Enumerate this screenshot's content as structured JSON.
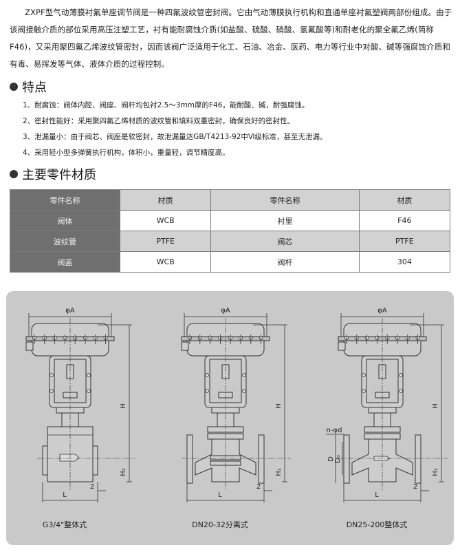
{
  "intro": "ZXPF型气动薄膜衬氟单座调节阀是一种四氟波纹管密封阀。它由气动薄膜执行机构和直通单座衬氟塑阀两部份组成。由于该阀接触介质的部位采用高压注塑工艺，衬有能耐腐蚀介质(如盐酸、硫酸、硝酸、氢氟酸等)和耐老化的聚全氟乙烯(简称F46)，又采用聚四氟乙烯波纹管密封，因而该阀广泛适用于化工、石油、冶金、医药、电力等行业中对酸、碱等强腐蚀介质和有毒、易挥发等气体、液体介质的过程控制。",
  "features": {
    "title": "特点",
    "items": [
      "1、耐腐蚀：阀体内腔、阀座、阀杆均包衬2.5～3mm厚的F46，能耐酸、碱，耐强腐蚀。",
      "2、密封性能好：采用聚四氟乙烯材质的波纹管和填料双重密封，确保良好的密封性。",
      "3、泄漏量小：由于阀芯、阀座是软密封，故泄漏量达GB/T4213-92中Ⅵ级标准，甚至无泄漏。",
      "4、采用轻小型多弹簧执行机构，体积小，重量轻，调节精度高。"
    ]
  },
  "materials": {
    "title": "主要零件材质",
    "header": [
      "零件名称",
      "材质",
      "零件名称",
      "材质"
    ],
    "rows": [
      [
        "阀体",
        "WCB",
        "衬里",
        "F46"
      ],
      [
        "波纹管",
        "PTFE",
        "阀芯",
        "PTFE"
      ],
      [
        "阀盖",
        "WCB",
        "阀杆",
        "304"
      ]
    ]
  },
  "drawings": {
    "labels": {
      "phiA": "φA",
      "H": "H",
      "H1": "H₁",
      "L": "L",
      "gap": "2",
      "n_phid": "n-φd",
      "D": "D",
      "D0": "D₀"
    },
    "captions": [
      "G3/4\"整体式",
      "DN20-32分离式",
      "DN25-200整体式"
    ]
  }
}
